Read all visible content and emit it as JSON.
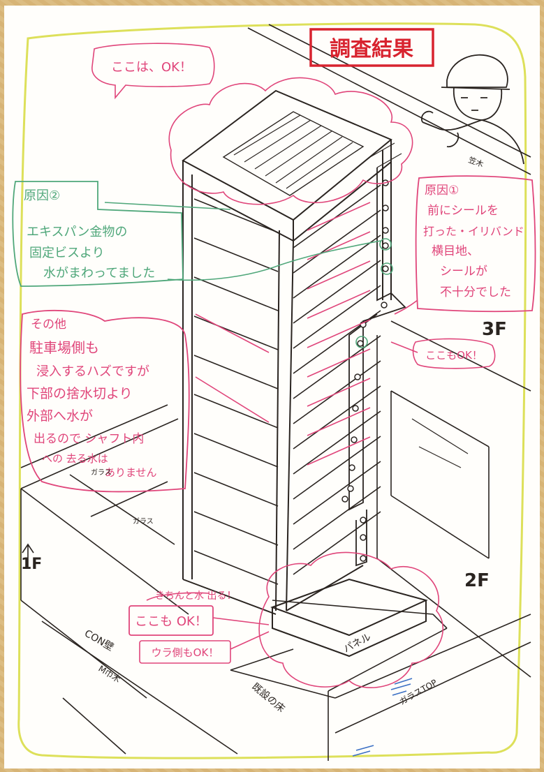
{
  "colors": {
    "ink": "#2a2420",
    "pink": "#e0457a",
    "red": "#d8232f",
    "green": "#4fa77a",
    "yellow": "#dde05a",
    "frame": "#d9b77c"
  },
  "title": "調査結果",
  "labels": {
    "top_ok": "ここは、OK！",
    "cause2_tag": "原因②",
    "cause2_lines": [
      "エキスパン金物の",
      "固定ビスより",
      "水がまわってました"
    ],
    "cause1_tag": "原因①",
    "cause1_lines": [
      "前にシールを",
      "打った・イリバンド",
      "横目地、",
      "シールが",
      "不十分でした"
    ],
    "other_tag": "その他",
    "other_lines": [
      "駐車場側も",
      "浸入するハズですが",
      "下部の捨水切より",
      "外部へ水が",
      "出るので シャフト内",
      "への 去る水は",
      "ありません"
    ],
    "right_ok": "ここもOK！",
    "bottom_note": "きちんと水 出る！",
    "bottom_ok": "ここも OK！",
    "back_ok": "ウラ側もOK！",
    "con": "CON壁",
    "panel": "パネル",
    "base": "既設の床",
    "glass_top": "ガラスTOP",
    "glass1": "ガラス",
    "glass2": "ガラス",
    "m_beam": "M巾木",
    "top_beam": "笠木",
    "floor_3f": "3F",
    "floor_2f": "2F",
    "floor_1f": "1F"
  }
}
